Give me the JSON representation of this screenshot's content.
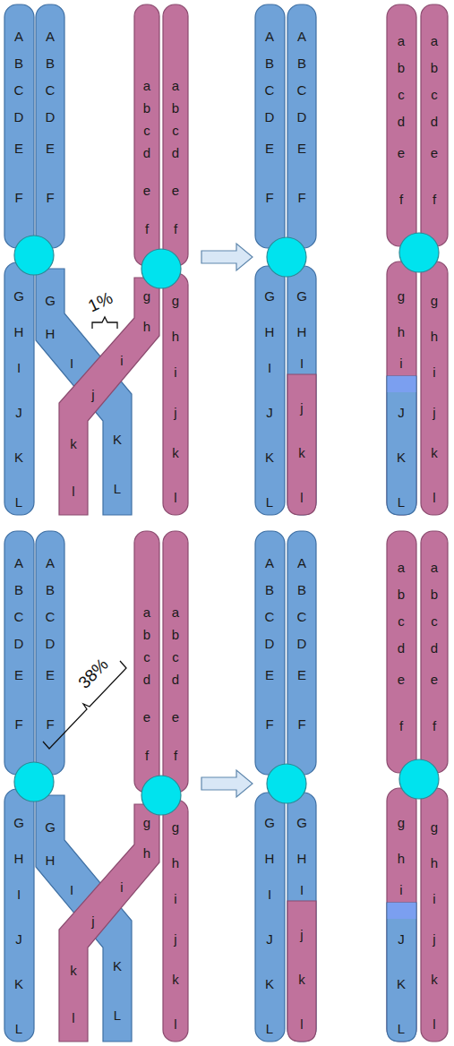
{
  "diagram": {
    "labels": [
      "A",
      "B",
      "C",
      "D",
      "E",
      "F",
      "G",
      "H",
      "I",
      "J",
      "K",
      "L",
      "A",
      "B",
      "C",
      "D",
      "E",
      "F",
      "G",
      "H",
      "I",
      "K",
      "L",
      "a",
      "b",
      "c",
      "d",
      "e",
      "f",
      "g",
      "h",
      "i",
      "j",
      "k",
      "l",
      "a",
      "b",
      "c",
      "d",
      "e",
      "f",
      "g",
      "h",
      "i",
      "j",
      "k",
      "l",
      "1%",
      "A",
      "B",
      "C",
      "D",
      "E",
      "F",
      "G",
      "H",
      "I",
      "J",
      "K",
      "L",
      "A",
      "B",
      "C",
      "D",
      "E",
      "F",
      "G",
      "H",
      "I",
      "j",
      "k",
      "l",
      "a",
      "b",
      "c",
      "d",
      "e",
      "f",
      "g",
      "h",
      "i",
      "J",
      "K",
      "L",
      "a",
      "b",
      "c",
      "d",
      "e",
      "f",
      "g",
      "h",
      "i",
      "j",
      "k",
      "l",
      "A",
      "B",
      "C",
      "D",
      "E",
      "F",
      "G",
      "H",
      "I",
      "J",
      "K",
      "L",
      "A",
      "B",
      "C",
      "D",
      "E",
      "F",
      "G",
      "H",
      "I",
      "K",
      "L",
      "a",
      "b",
      "c",
      "d",
      "e",
      "f",
      "g",
      "h",
      "i",
      "j",
      "k",
      "l",
      "a",
      "b",
      "c",
      "d",
      "e",
      "f",
      "g",
      "h",
      "i",
      "j",
      "k",
      "l",
      "38%",
      "A",
      "B",
      "C",
      "D",
      "E",
      "F",
      "G",
      "H",
      "I",
      "J",
      "K",
      "L",
      "A",
      "B",
      "C",
      "D",
      "E",
      "F",
      "G",
      "H",
      "I",
      "j",
      "k",
      "l",
      "a",
      "b",
      "c",
      "d",
      "e",
      "f",
      "g",
      "h",
      "i",
      "J",
      "K",
      "L",
      "a",
      "b",
      "c",
      "d",
      "e",
      "f",
      "g",
      "h",
      "i",
      "j",
      "k",
      "l"
    ]
  }
}
